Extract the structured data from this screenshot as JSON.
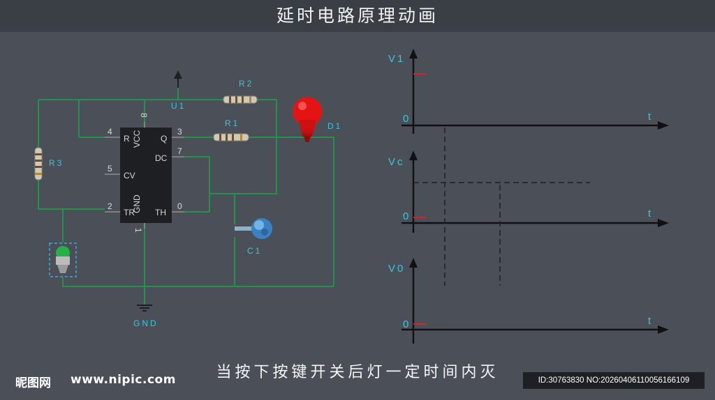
{
  "title": "延时电路原理动画",
  "caption": "当按下按键开关后灯一定时间内灭",
  "circuit": {
    "u1_label": "U1",
    "r1_label": "R1",
    "r2_label": "R2",
    "r3_label": "R3",
    "d1_label": "D1",
    "c1_label": "C1",
    "gnd_label": "GND",
    "pin_nums": {
      "p4": "4",
      "p3": "3",
      "p7": "7",
      "p5": "5",
      "p2": "2",
      "p6": "0",
      "p8": "8",
      "p1": "1"
    },
    "pin_names": {
      "r": "R",
      "q": "Q",
      "dc": "DC",
      "cv": "CV",
      "tr": "TR",
      "th": "TH",
      "vcc": "VCC",
      "gnd": "GND"
    }
  },
  "waveforms": [
    {
      "label": "V1",
      "zero": "0",
      "t_label": "t"
    },
    {
      "label": "Vc",
      "zero": "0",
      "t_label": "t"
    },
    {
      "label": "V0",
      "zero": "0",
      "t_label": "t"
    }
  ],
  "watermark": {
    "logo": "昵图网",
    "url": "www.nipic.com",
    "id": "ID:30763830 NO:20260406110056166109"
  },
  "colors": {
    "wire": "#1f9a4a",
    "accent_label": "#39c6e0",
    "marker": "#e02020",
    "lamp": "#e41414",
    "ic_body": "#1d1f22"
  }
}
